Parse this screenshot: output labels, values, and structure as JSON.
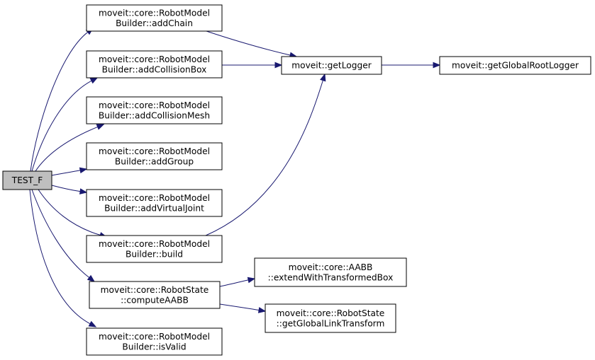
{
  "colors": {
    "edge": "#191970",
    "node_fill": "#ffffff",
    "root_fill": "#bfbfbf",
    "border": "#000000"
  },
  "nodes": [
    {
      "id": "test_f",
      "lines": [
        "TEST_F"
      ],
      "root": true
    },
    {
      "id": "add_chain",
      "lines": [
        "moveit::core::RobotModel",
        "Builder::addChain"
      ]
    },
    {
      "id": "add_collision_box",
      "lines": [
        "moveit::core::RobotModel",
        "Builder::addCollisionBox"
      ]
    },
    {
      "id": "add_collision_mesh",
      "lines": [
        "moveit::core::RobotModel",
        "Builder::addCollisionMesh"
      ]
    },
    {
      "id": "add_group",
      "lines": [
        "moveit::core::RobotModel",
        "Builder::addGroup"
      ]
    },
    {
      "id": "add_virtual_joint",
      "lines": [
        "moveit::core::RobotModel",
        "Builder::addVirtualJoint"
      ]
    },
    {
      "id": "build",
      "lines": [
        "moveit::core::RobotModel",
        "Builder::build"
      ]
    },
    {
      "id": "compute_aabb",
      "lines": [
        "moveit::core::RobotState",
        "::computeAABB"
      ]
    },
    {
      "id": "is_valid",
      "lines": [
        "moveit::core::RobotModel",
        "Builder::isValid"
      ]
    },
    {
      "id": "get_logger",
      "lines": [
        "moveit::getLogger"
      ]
    },
    {
      "id": "get_global_root_logger",
      "lines": [
        "moveit::getGlobalRootLogger"
      ]
    },
    {
      "id": "extend_with_transformed_box",
      "lines": [
        "moveit::core::AABB",
        "::extendWithTransformedBox"
      ]
    },
    {
      "id": "get_global_link_transform",
      "lines": [
        "moveit::core::RobotState",
        "::getGlobalLinkTransform"
      ]
    }
  ],
  "edges": [
    {
      "from": "test_f",
      "to": "add_chain"
    },
    {
      "from": "test_f",
      "to": "add_collision_box"
    },
    {
      "from": "test_f",
      "to": "add_collision_mesh"
    },
    {
      "from": "test_f",
      "to": "add_group"
    },
    {
      "from": "test_f",
      "to": "add_virtual_joint"
    },
    {
      "from": "test_f",
      "to": "build"
    },
    {
      "from": "test_f",
      "to": "compute_aabb"
    },
    {
      "from": "test_f",
      "to": "is_valid"
    },
    {
      "from": "add_chain",
      "to": "get_logger"
    },
    {
      "from": "add_collision_box",
      "to": "get_logger"
    },
    {
      "from": "build",
      "to": "get_logger"
    },
    {
      "from": "get_logger",
      "to": "get_global_root_logger"
    },
    {
      "from": "compute_aabb",
      "to": "extend_with_transformed_box"
    },
    {
      "from": "compute_aabb",
      "to": "get_global_link_transform"
    }
  ]
}
